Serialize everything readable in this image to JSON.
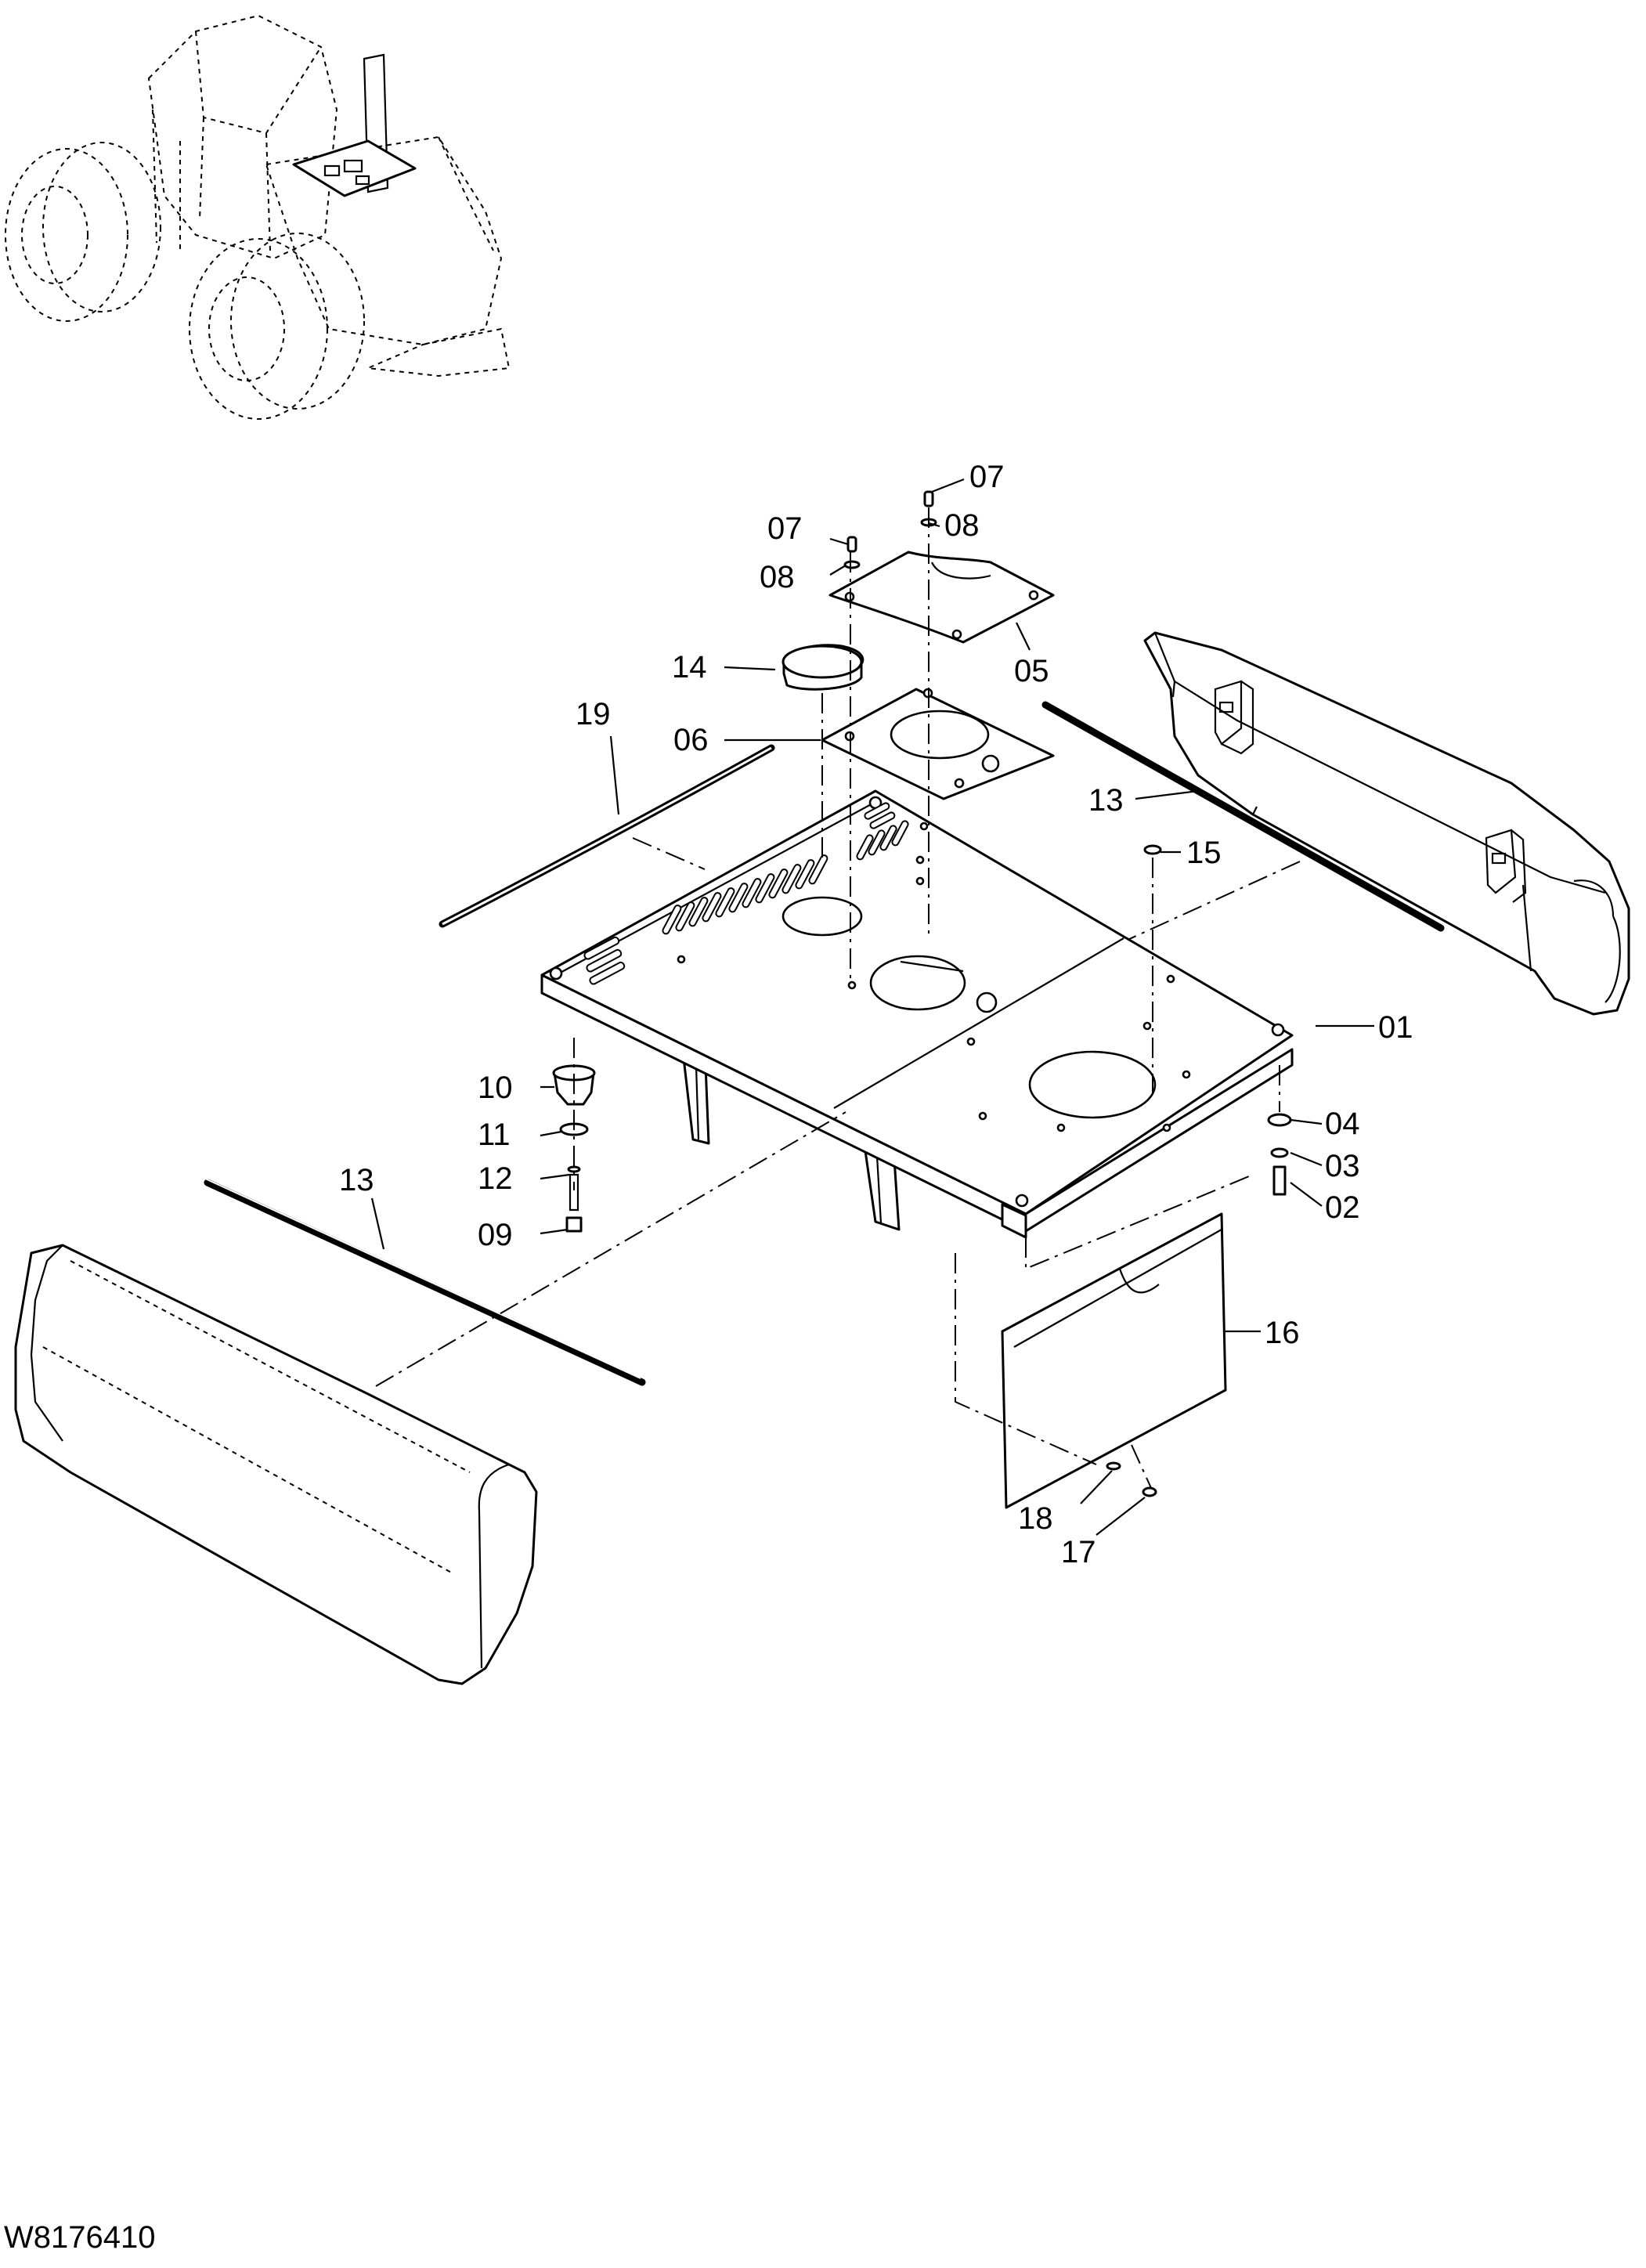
{
  "drawing_number": "W8176410",
  "parts": [
    {
      "id": "01",
      "label": "01"
    },
    {
      "id": "02",
      "label": "02"
    },
    {
      "id": "03",
      "label": "03"
    },
    {
      "id": "04",
      "label": "04"
    },
    {
      "id": "05",
      "label": "05"
    },
    {
      "id": "06",
      "label": "06"
    },
    {
      "id": "07a",
      "label": "07"
    },
    {
      "id": "07b",
      "label": "07"
    },
    {
      "id": "08a",
      "label": "08"
    },
    {
      "id": "08b",
      "label": "08"
    },
    {
      "id": "09",
      "label": "09"
    },
    {
      "id": "10",
      "label": "10"
    },
    {
      "id": "11",
      "label": "11"
    },
    {
      "id": "12",
      "label": "12"
    },
    {
      "id": "13a",
      "label": "13"
    },
    {
      "id": "13b",
      "label": "13"
    },
    {
      "id": "14",
      "label": "14"
    },
    {
      "id": "15",
      "label": "15"
    },
    {
      "id": "16",
      "label": "16"
    },
    {
      "id": "17",
      "label": "17"
    },
    {
      "id": "18",
      "label": "18"
    },
    {
      "id": "19",
      "label": "19"
    }
  ]
}
